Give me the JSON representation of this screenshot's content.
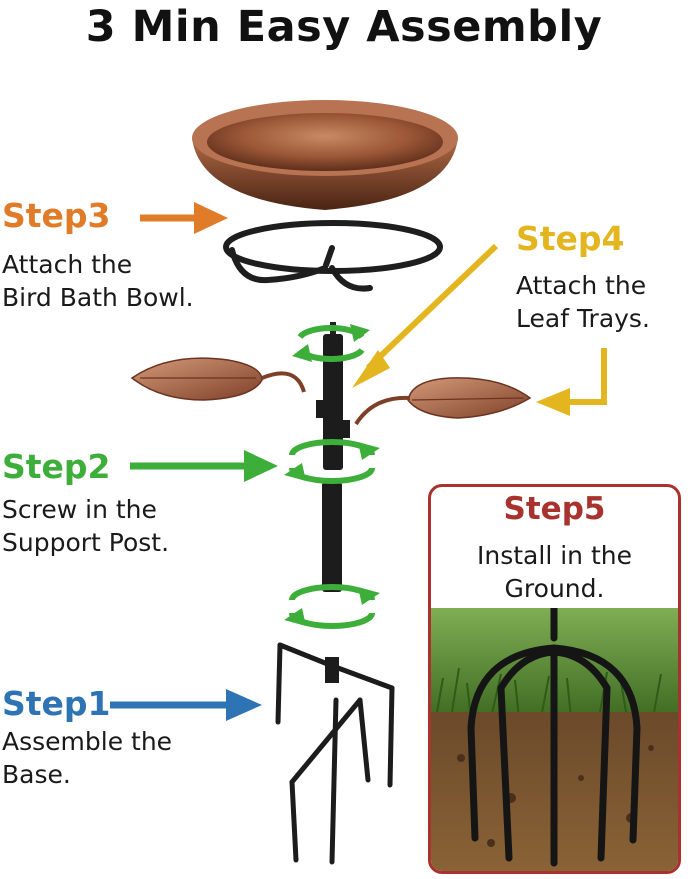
{
  "title": "3 Min Easy Assembly",
  "colors": {
    "step1": "#2e74b5",
    "step2": "#3dae3a",
    "step3": "#e07b28",
    "step4": "#e3b51e",
    "step5": "#a8322d",
    "copper": "#9a5636",
    "post": "#1c1c1c"
  },
  "steps": {
    "step1": {
      "label": "Step1",
      "lines": [
        "Assemble the",
        "Base."
      ]
    },
    "step2": {
      "label": "Step2",
      "lines": [
        "Screw in the",
        "Support Post."
      ]
    },
    "step3": {
      "label": "Step3",
      "lines": [
        "Attach the",
        "Bird Bath Bowl."
      ]
    },
    "step4": {
      "label": "Step4",
      "lines": [
        "Attach the",
        "Leaf Trays."
      ]
    },
    "step5": {
      "label": "Step5",
      "lines": [
        "Install in the",
        "Ground."
      ]
    }
  },
  "icons": [
    "arrow-icon",
    "rotate-arrow-icon"
  ]
}
